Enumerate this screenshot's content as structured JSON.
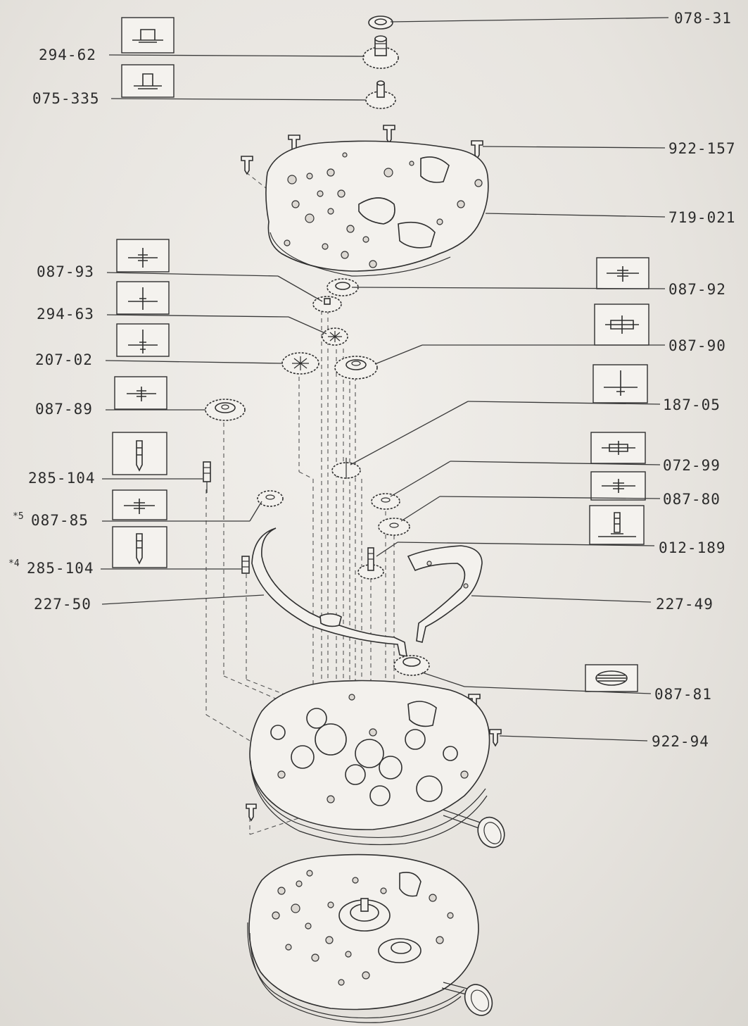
{
  "labels": {
    "l078_31": "078-31",
    "l294_62": "294-62",
    "l075_335": "075-335",
    "l922_157": "922-157",
    "l719_021": "719-021",
    "l087_93": "087-93",
    "l087_92": "087-92",
    "l294_63": "294-63",
    "l087_90": "087-90",
    "l207_02": "207-02",
    "l087_89": "087-89",
    "l187_05": "187-05",
    "l285_104a": "285-104",
    "l072_99": "072-99",
    "l087_85": "087-85",
    "l087_85_mark": "*5",
    "l087_80": "087-80",
    "l285_104b": "285-104",
    "l285_104b_mark": "*4",
    "l012_189": "012-189",
    "l227_50": "227-50",
    "l227_49": "227-49",
    "l087_81": "087-81",
    "l922_94": "922-94"
  },
  "icons": [
    "hat-gear-icon",
    "hat-gear-icon",
    "pinion-wheel-icon",
    "pinion-wheel-icon",
    "arbor-icon",
    "arbor-icon",
    "pinion-wheel-icon",
    "double-wheel-icon",
    "arbor-icon",
    "pin-icon",
    "pin-icon",
    "pinion-wheel-icon",
    "pinion-wheel-icon",
    "stem-pinion-icon",
    "stacked-wheel-icon"
  ]
}
